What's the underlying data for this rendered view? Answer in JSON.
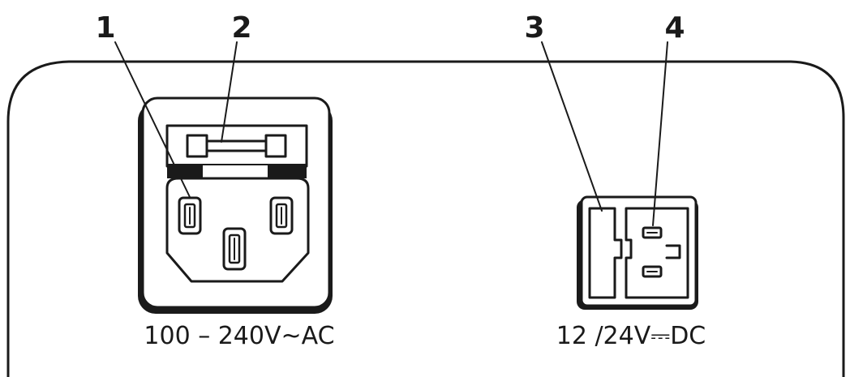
{
  "callouts": [
    {
      "number": "1"
    },
    {
      "number": "2"
    },
    {
      "number": "3"
    },
    {
      "number": "4"
    }
  ],
  "labels": {
    "ac_input": "100 – 240V~AC",
    "dc_input": "12 /24V⎓DC"
  },
  "colors": {
    "line": "#1a1a1a",
    "background": "#ffffff"
  }
}
